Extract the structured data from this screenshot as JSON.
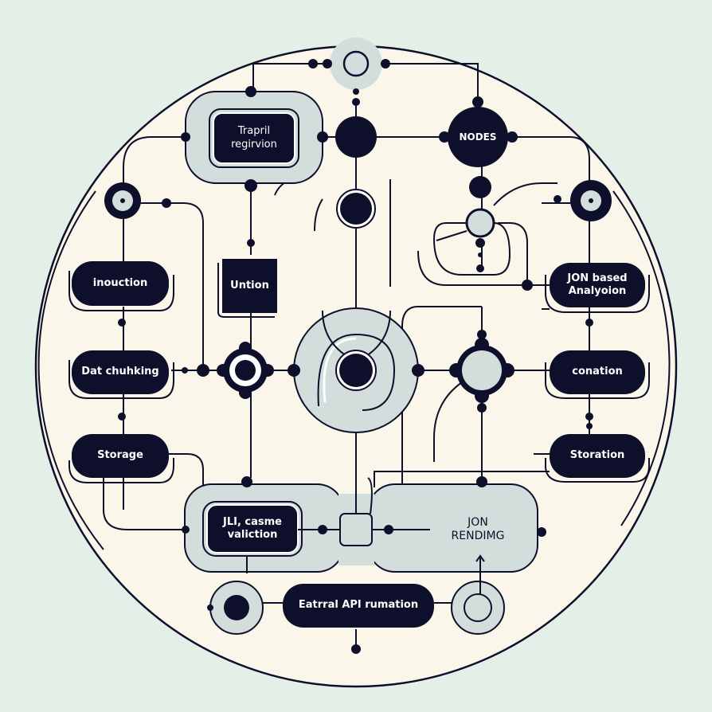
{
  "colors": {
    "background": "#e4efe8",
    "disc": "#fbf6ea",
    "ink": "#0d0f2b",
    "panel": "#d3dedc",
    "white": "#ffffff"
  },
  "diagram": {
    "nodes": {
      "top_region": {
        "label": "Trapril\nregirvion"
      },
      "nodes_hub": {
        "label": "NODES"
      },
      "inouction": {
        "label": "inouction"
      },
      "union": {
        "label": "Untion"
      },
      "json_analysis": {
        "label": "JON based\nAnalyoion"
      },
      "data_chunking": {
        "label": "Dat chuhking"
      },
      "conation": {
        "label": "conation"
      },
      "storage_left": {
        "label": "Storage"
      },
      "storage_right": {
        "label": "Storation"
      },
      "validation": {
        "label": "JLI, casme\nvaliction"
      },
      "json_rendering": {
        "label": "JON\nRENDIMG"
      },
      "external_api": {
        "label": "Eatrral API rumation"
      }
    }
  }
}
